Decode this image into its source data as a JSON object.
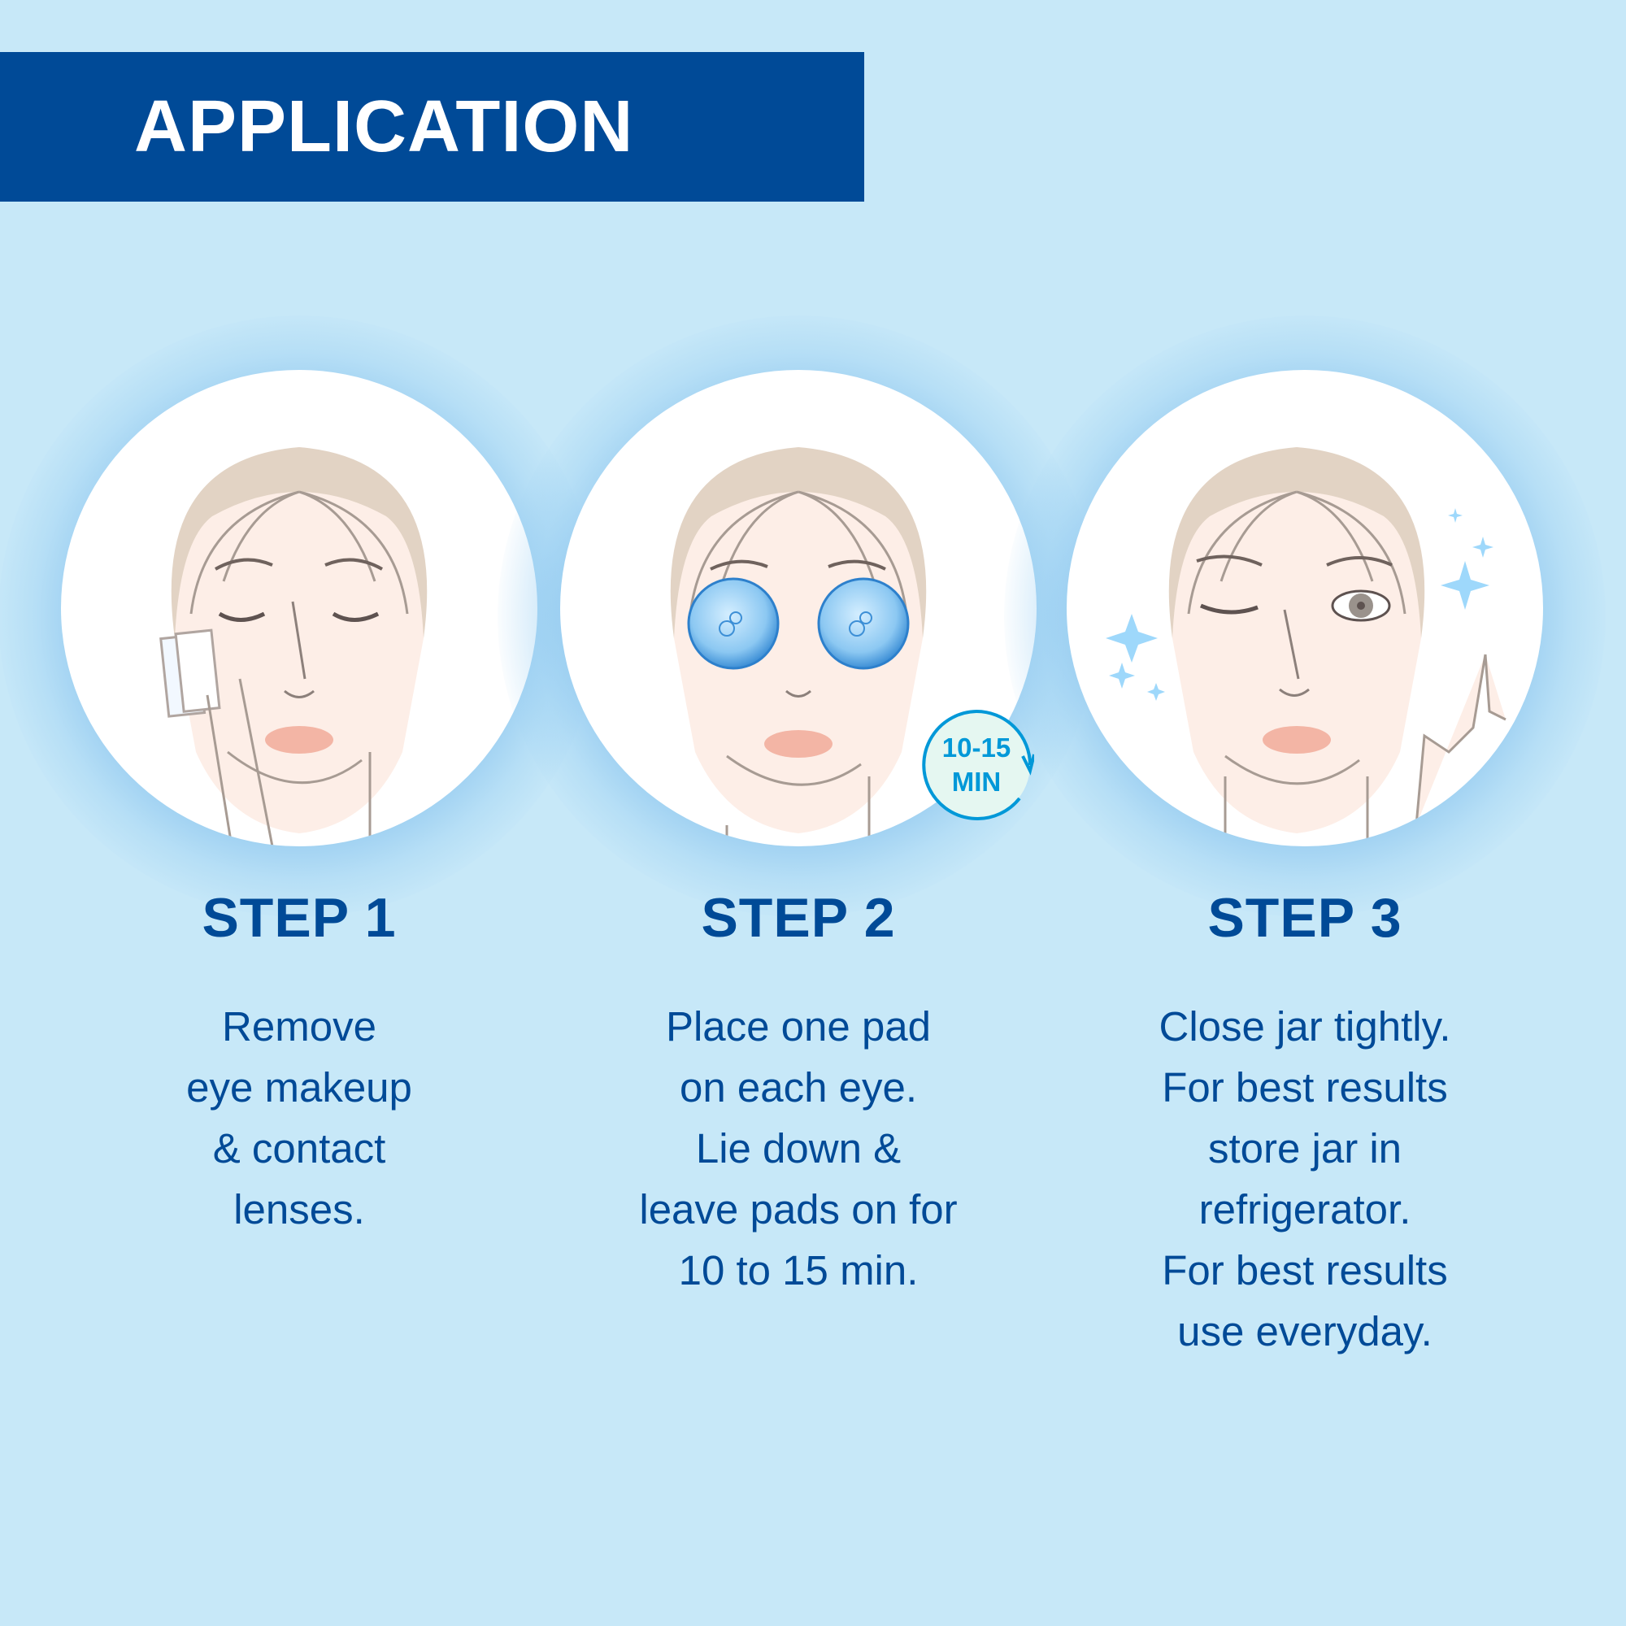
{
  "header": {
    "title": "APPLICATION"
  },
  "colors": {
    "background": "#c7e8f8",
    "banner": "#004a97",
    "text": "#004a97",
    "timer_accent": "#0098d8",
    "sparkle": "#9ed8fb"
  },
  "steps": [
    {
      "title": "STEP 1",
      "illustration": "face-removing-eye-makeup-with-cotton-pad",
      "lines": [
        "Remove",
        "eye makeup",
        "& contact",
        "lenses."
      ]
    },
    {
      "title": "STEP 2",
      "illustration": "face-with-gel-eye-pads",
      "badge": {
        "line1": "10-15",
        "line2": "MIN",
        "icon": "clock-arrow-icon"
      },
      "lines": [
        "Place one pad",
        "on each eye.",
        "Lie down &",
        "leave pads on for",
        "10 to 15 min."
      ]
    },
    {
      "title": "STEP 3",
      "illustration": "face-winking-with-sparkles",
      "lines": [
        "Close jar tightly.",
        "For best results",
        "store jar in",
        "refrigerator.",
        "For best results",
        "use everyday."
      ]
    }
  ]
}
